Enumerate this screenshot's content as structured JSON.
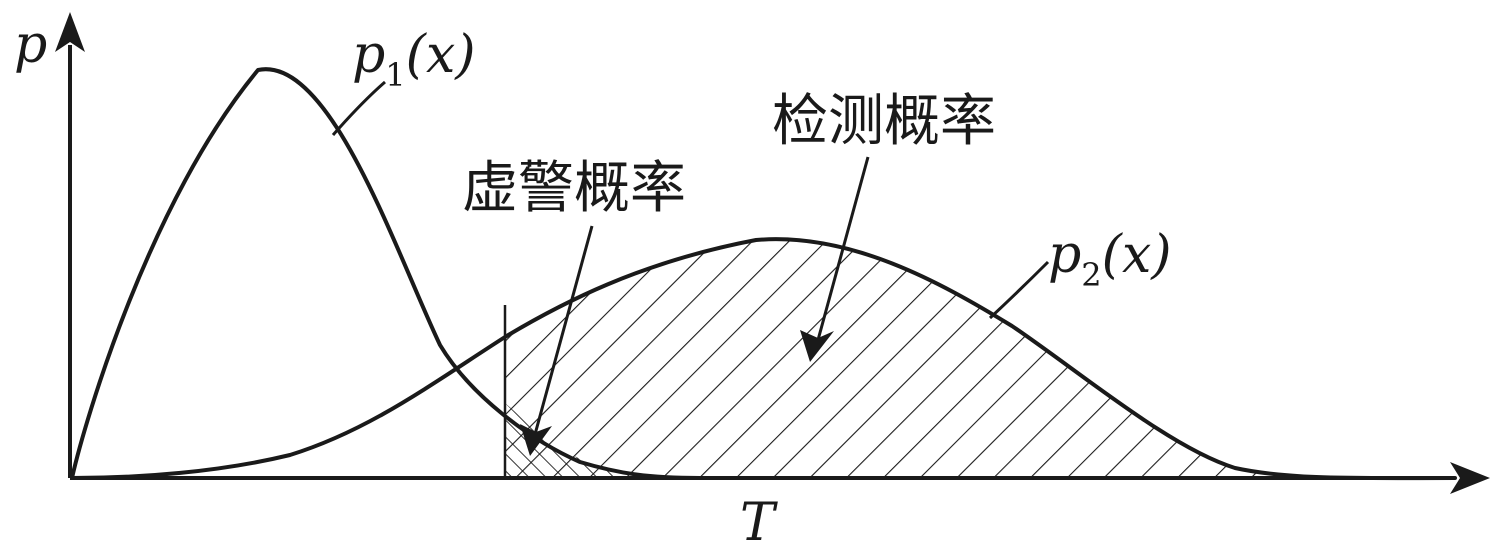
{
  "axes": {
    "y_label": "p",
    "x_label": "T"
  },
  "curves": {
    "p1": {
      "base": "p",
      "subscript": "1",
      "arg": "(x)"
    },
    "p2": {
      "base": "p",
      "subscript": "2",
      "arg": "(x)"
    }
  },
  "regions": {
    "false_alarm": "虚警概率",
    "detection": "检测概率"
  }
}
